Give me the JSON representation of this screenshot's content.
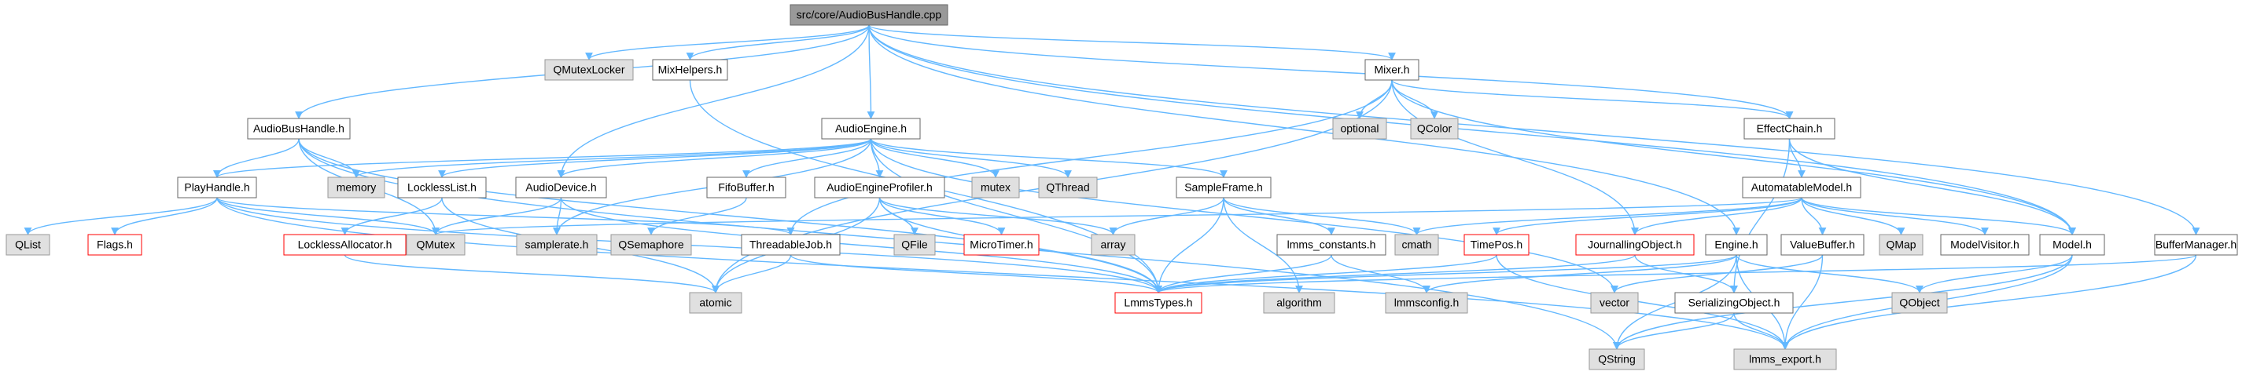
{
  "colors": {
    "edge": "#63b8ff",
    "root_fill": "#999999",
    "root_stroke": "#666666",
    "file_fill": "#ffffff",
    "file_stroke": "#666666",
    "system_fill": "#e0e0e0",
    "system_stroke": "#999999",
    "missing_stroke": "#ff0000",
    "text": "#000000"
  },
  "nodes": [
    {
      "id": "root",
      "label": "src/core/AudioBusHandle.cpp",
      "kind": "root"
    },
    {
      "id": "QMutexLocker",
      "label": "QMutexLocker",
      "kind": "system"
    },
    {
      "id": "MixHelpers",
      "label": "MixHelpers.h",
      "kind": "file"
    },
    {
      "id": "Mixer",
      "label": "Mixer.h",
      "kind": "file"
    },
    {
      "id": "AudioBusHandle",
      "label": "AudioBusHandle.h",
      "kind": "file"
    },
    {
      "id": "AudioEngine",
      "label": "AudioEngine.h",
      "kind": "file"
    },
    {
      "id": "optional",
      "label": "optional",
      "kind": "system"
    },
    {
      "id": "QColor",
      "label": "QColor",
      "kind": "system"
    },
    {
      "id": "EffectChain",
      "label": "EffectChain.h",
      "kind": "file"
    },
    {
      "id": "PlayHandle",
      "label": "PlayHandle.h",
      "kind": "file"
    },
    {
      "id": "memory",
      "label": "memory",
      "kind": "system"
    },
    {
      "id": "LocklessList",
      "label": "LocklessList.h",
      "kind": "file"
    },
    {
      "id": "AudioDevice",
      "label": "AudioDevice.h",
      "kind": "file"
    },
    {
      "id": "FifoBuffer",
      "label": "FifoBuffer.h",
      "kind": "file"
    },
    {
      "id": "AudioEngineProfiler",
      "label": "AudioEngineProfiler.h",
      "kind": "file"
    },
    {
      "id": "mutex",
      "label": "mutex",
      "kind": "system"
    },
    {
      "id": "QThread",
      "label": "QThread",
      "kind": "system"
    },
    {
      "id": "SampleFrame",
      "label": "SampleFrame.h",
      "kind": "file"
    },
    {
      "id": "AutomatableModel",
      "label": "AutomatableModel.h",
      "kind": "file"
    },
    {
      "id": "QList",
      "label": "QList",
      "kind": "system"
    },
    {
      "id": "Flags",
      "label": "Flags.h",
      "kind": "missing"
    },
    {
      "id": "LocklessAllocator",
      "label": "LocklessAllocator.h",
      "kind": "missing"
    },
    {
      "id": "QMutex",
      "label": "QMutex",
      "kind": "system"
    },
    {
      "id": "samplerate",
      "label": "samplerate.h",
      "kind": "system"
    },
    {
      "id": "QSemaphore",
      "label": "QSemaphore",
      "kind": "system"
    },
    {
      "id": "ThreadableJob",
      "label": "ThreadableJob.h",
      "kind": "file"
    },
    {
      "id": "QFile",
      "label": "QFile",
      "kind": "system"
    },
    {
      "id": "MicroTimer",
      "label": "MicroTimer.h",
      "kind": "missing"
    },
    {
      "id": "array",
      "label": "array",
      "kind": "system"
    },
    {
      "id": "lmms_constants",
      "label": "lmms_constants.h",
      "kind": "file"
    },
    {
      "id": "cmath",
      "label": "cmath",
      "kind": "system"
    },
    {
      "id": "TimePos",
      "label": "TimePos.h",
      "kind": "missing"
    },
    {
      "id": "JournallingObject",
      "label": "JournallingObject.h",
      "kind": "missing"
    },
    {
      "id": "Engine",
      "label": "Engine.h",
      "kind": "file"
    },
    {
      "id": "ValueBuffer",
      "label": "ValueBuffer.h",
      "kind": "file"
    },
    {
      "id": "QMap",
      "label": "QMap",
      "kind": "system"
    },
    {
      "id": "ModelVisitor",
      "label": "ModelVisitor.h",
      "kind": "file"
    },
    {
      "id": "Model",
      "label": "Model.h",
      "kind": "file"
    },
    {
      "id": "BufferManager",
      "label": "BufferManager.h",
      "kind": "file"
    },
    {
      "id": "atomic",
      "label": "atomic",
      "kind": "system"
    },
    {
      "id": "LmmsTypes",
      "label": "LmmsTypes.h",
      "kind": "missing"
    },
    {
      "id": "algorithm",
      "label": "algorithm",
      "kind": "system"
    },
    {
      "id": "lmmsconfig",
      "label": "lmmsconfig.h",
      "kind": "system"
    },
    {
      "id": "vector",
      "label": "vector",
      "kind": "system"
    },
    {
      "id": "SerializingObject",
      "label": "SerializingObject.h",
      "kind": "file"
    },
    {
      "id": "QObject",
      "label": "QObject",
      "kind": "system"
    },
    {
      "id": "QString",
      "label": "QString",
      "kind": "system"
    },
    {
      "id": "lmms_export",
      "label": "lmms_export.h",
      "kind": "system"
    }
  ],
  "edges": [
    [
      "root",
      "QMutexLocker"
    ],
    [
      "root",
      "MixHelpers"
    ],
    [
      "root",
      "Mixer"
    ],
    [
      "root",
      "AudioBusHandle"
    ],
    [
      "root",
      "AudioEngine"
    ],
    [
      "root",
      "AudioDevice"
    ],
    [
      "root",
      "EffectChain"
    ],
    [
      "root",
      "Engine"
    ],
    [
      "root",
      "Model"
    ],
    [
      "root",
      "BufferManager"
    ],
    [
      "MixHelpers",
      "LmmsTypes"
    ],
    [
      "Mixer",
      "optional"
    ],
    [
      "Mixer",
      "QColor"
    ],
    [
      "Mixer",
      "EffectChain"
    ],
    [
      "Mixer",
      "JournallingObject"
    ],
    [
      "Mixer",
      "ThreadableJob"
    ],
    [
      "Mixer",
      "atomic"
    ],
    [
      "Mixer",
      "Model"
    ],
    [
      "AudioBusHandle",
      "memory"
    ],
    [
      "AudioBusHandle",
      "PlayHandle"
    ],
    [
      "AudioBusHandle",
      "QMutex"
    ],
    [
      "AudioBusHandle",
      "QString"
    ],
    [
      "AudioBusHandle",
      "LmmsTypes"
    ],
    [
      "AudioEngine",
      "memory"
    ],
    [
      "AudioEngine",
      "PlayHandle"
    ],
    [
      "AudioEngine",
      "LocklessList"
    ],
    [
      "AudioEngine",
      "AudioDevice"
    ],
    [
      "AudioEngine",
      "FifoBuffer"
    ],
    [
      "AudioEngine",
      "AudioEngineProfiler"
    ],
    [
      "AudioEngine",
      "mutex"
    ],
    [
      "AudioEngine",
      "QThread"
    ],
    [
      "AudioEngine",
      "SampleFrame"
    ],
    [
      "AudioEngine",
      "samplerate"
    ],
    [
      "AudioEngine",
      "vector"
    ],
    [
      "AudioEngine",
      "LmmsTypes"
    ],
    [
      "EffectChain",
      "AutomatableModel"
    ],
    [
      "EffectChain",
      "Model"
    ],
    [
      "EffectChain",
      "SerializingObject"
    ],
    [
      "PlayHandle",
      "QList"
    ],
    [
      "PlayHandle",
      "Flags"
    ],
    [
      "PlayHandle",
      "QMutex"
    ],
    [
      "PlayHandle",
      "ThreadableJob"
    ],
    [
      "PlayHandle",
      "LmmsTypes"
    ],
    [
      "PlayHandle",
      "lmms_export"
    ],
    [
      "LocklessList",
      "LocklessAllocator"
    ],
    [
      "LocklessList",
      "atomic"
    ],
    [
      "LocklessAllocator",
      "atomic"
    ],
    [
      "AudioDevice",
      "QMutex"
    ],
    [
      "AudioDevice",
      "samplerate"
    ],
    [
      "AudioDevice",
      "LmmsTypes"
    ],
    [
      "FifoBuffer",
      "QSemaphore"
    ],
    [
      "AudioEngineProfiler",
      "QFile"
    ],
    [
      "AudioEngineProfiler",
      "MicroTimer"
    ],
    [
      "AudioEngineProfiler",
      "array"
    ],
    [
      "AudioEngineProfiler",
      "atomic"
    ],
    [
      "AudioEngineProfiler",
      "LmmsTypes"
    ],
    [
      "SampleFrame",
      "array"
    ],
    [
      "SampleFrame",
      "lmms_constants"
    ],
    [
      "SampleFrame",
      "cmath"
    ],
    [
      "SampleFrame",
      "algorithm"
    ],
    [
      "SampleFrame",
      "LmmsTypes"
    ],
    [
      "lmms_constants",
      "LmmsTypes"
    ],
    [
      "lmms_constants",
      "lmmsconfig"
    ],
    [
      "ThreadableJob",
      "atomic"
    ],
    [
      "ThreadableJob",
      "LmmsTypes"
    ],
    [
      "AutomatableModel",
      "QMutex"
    ],
    [
      "AutomatableModel",
      "cmath"
    ],
    [
      "AutomatableModel",
      "TimePos"
    ],
    [
      "AutomatableModel",
      "JournallingObject"
    ],
    [
      "AutomatableModel",
      "ValueBuffer"
    ],
    [
      "AutomatableModel",
      "QMap"
    ],
    [
      "AutomatableModel",
      "ModelVisitor"
    ],
    [
      "AutomatableModel",
      "Model"
    ],
    [
      "TimePos",
      "LmmsTypes"
    ],
    [
      "TimePos",
      "lmms_export"
    ],
    [
      "JournallingObject",
      "SerializingObject"
    ],
    [
      "JournallingObject",
      "LmmsTypes"
    ],
    [
      "Engine",
      "QObject"
    ],
    [
      "Engine",
      "lmmsconfig"
    ],
    [
      "Engine",
      "LmmsTypes"
    ],
    [
      "Engine",
      "lmms_export"
    ],
    [
      "Engine",
      "QString"
    ],
    [
      "ValueBuffer",
      "vector"
    ],
    [
      "ValueBuffer",
      "lmms_export"
    ],
    [
      "Model",
      "QObject"
    ],
    [
      "Model",
      "QString"
    ],
    [
      "Model",
      "lmms_export"
    ],
    [
      "BufferManager",
      "LmmsTypes"
    ],
    [
      "BufferManager",
      "lmms_export"
    ],
    [
      "SerializingObject",
      "QString"
    ],
    [
      "SerializingObject",
      "lmms_export"
    ]
  ]
}
